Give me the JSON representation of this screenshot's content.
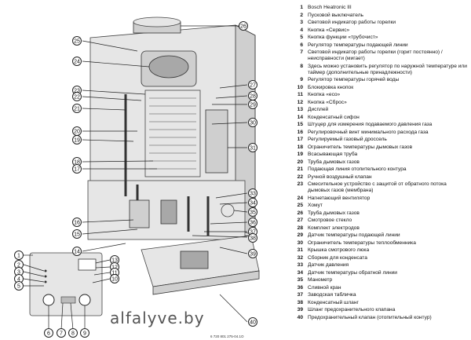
{
  "diagram": {
    "watermark": "alfalyve.by",
    "figure_code": "6 720 801 275-04.1O",
    "callouts": [
      {
        "n": "26"
      },
      {
        "n": "25"
      },
      {
        "n": "24"
      },
      {
        "n": "23"
      },
      {
        "n": "22"
      },
      {
        "n": "21"
      },
      {
        "n": "27"
      },
      {
        "n": "28"
      },
      {
        "n": "29"
      },
      {
        "n": "30"
      },
      {
        "n": "20"
      },
      {
        "n": "19"
      },
      {
        "n": "31"
      },
      {
        "n": "18"
      },
      {
        "n": "17"
      },
      {
        "n": "33"
      },
      {
        "n": "34"
      },
      {
        "n": "35"
      },
      {
        "n": "16"
      },
      {
        "n": "36"
      },
      {
        "n": "37"
      },
      {
        "n": "15"
      },
      {
        "n": "38"
      },
      {
        "n": "14"
      },
      {
        "n": "39"
      },
      {
        "n": "1"
      },
      {
        "n": "2"
      },
      {
        "n": "3"
      },
      {
        "n": "4"
      },
      {
        "n": "5"
      },
      {
        "n": "13"
      },
      {
        "n": "12"
      },
      {
        "n": "11"
      },
      {
        "n": "10"
      },
      {
        "n": "6"
      },
      {
        "n": "7"
      },
      {
        "n": "8"
      },
      {
        "n": "9"
      },
      {
        "n": "40"
      }
    ]
  },
  "legend": [
    {
      "n": "1",
      "text": "Bosch Heatronic III"
    },
    {
      "n": "2",
      "text": "Пусковой выключатель"
    },
    {
      "n": "3",
      "text": "Световой индикатор работы горелки"
    },
    {
      "n": "4",
      "text": "Кнопка «Сервис»"
    },
    {
      "n": "5",
      "text": "Кнопка функции «трубочист»"
    },
    {
      "n": "6",
      "text": "Регулятор температуры подающей линии"
    },
    {
      "n": "7",
      "text": "Световой индикатор работы горелки (горит постоянно) / неисправности (мигает)"
    },
    {
      "n": "8",
      "text": "Здесь можно установить регулятор по наружной температуре или таймер (дополнительные принадлежности)"
    },
    {
      "n": "9",
      "text": "Регулятор температуры горячей воды"
    },
    {
      "n": "10",
      "text": "Блокировка кнопок"
    },
    {
      "n": "11",
      "text": "Кнопка «eco»"
    },
    {
      "n": "12",
      "text": "Кнопка «Сброс»"
    },
    {
      "n": "13",
      "text": "Дисплей"
    },
    {
      "n": "14",
      "text": "Конденсатный сифон"
    },
    {
      "n": "15",
      "text": "Штуцер для измерения подаваемого давления газа"
    },
    {
      "n": "16",
      "text": "Регулировочный винт минимального расхода газа"
    },
    {
      "n": "17",
      "text": "Регулируемый газовый дроссель"
    },
    {
      "n": "18",
      "text": "Ограничитель температуры дымовых газов"
    },
    {
      "n": "19",
      "text": "Всасывающая труба"
    },
    {
      "n": "20",
      "text": "Труба дымовых газов"
    },
    {
      "n": "21",
      "text": "Подающая линия отопительного контура"
    },
    {
      "n": "22",
      "text": "Ручной воздушный клапан"
    },
    {
      "n": "23",
      "text": "Смесительное устройство с защитой от обратного потока дымовых газов (мембрана)"
    },
    {
      "n": "24",
      "text": "Нагнетающий вентилятор"
    },
    {
      "n": "25",
      "text": "Хомут"
    },
    {
      "n": "26",
      "text": "Труба дымовых газов"
    },
    {
      "n": "27",
      "text": "Смотровое стекло"
    },
    {
      "n": "28",
      "text": "Комплект электродов"
    },
    {
      "n": "29",
      "text": "Датчик температуры подающей линии"
    },
    {
      "n": "30",
      "text": "Ограничитель температуры теплообменника"
    },
    {
      "n": "31",
      "text": "Крышка смотрового люка"
    },
    {
      "n": "32",
      "text": "Сборник для конденсата"
    },
    {
      "n": "33",
      "text": "Датчик давления"
    },
    {
      "n": "34",
      "text": "Датчик температуры обратной линии"
    },
    {
      "n": "35",
      "text": "Манометр"
    },
    {
      "n": "36",
      "text": "Сливной кран"
    },
    {
      "n": "37",
      "text": "Заводская табличка"
    },
    {
      "n": "38",
      "text": "Конденсатный шланг"
    },
    {
      "n": "39",
      "text": "Шланг предохранительного клапана"
    },
    {
      "n": "40",
      "text": "Предохранительный клапан (отопительный контур)"
    }
  ]
}
